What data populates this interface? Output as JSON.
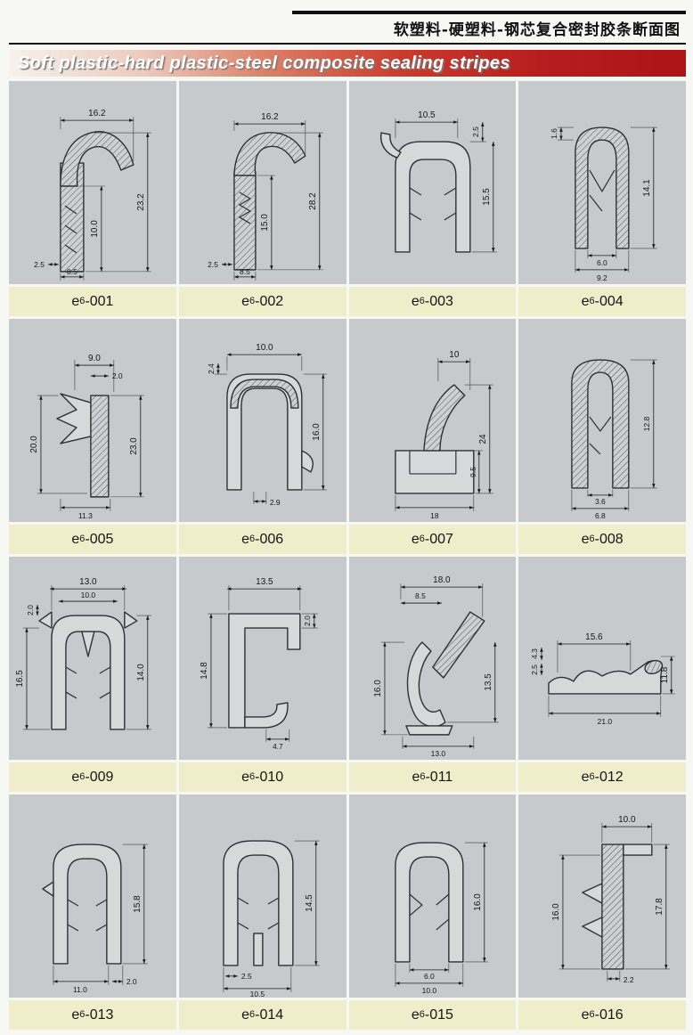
{
  "page": {
    "title_cn": "软塑料-硬塑料-钢芯复合密封胶条断面图",
    "subtitle_en": "Soft plastic-hard plastic-steel composite sealing stripes",
    "accent_red": "#b81d1e",
    "drawing_bg": "#c6cacc",
    "label_bg": "#efedca"
  },
  "cells": [
    {
      "label": {
        "base": "e",
        "sub": "6",
        "num": "-001"
      },
      "dims": [
        "16.2",
        "23.2",
        "10.0",
        "2.5",
        "8.5"
      ]
    },
    {
      "label": {
        "base": "e",
        "sub": "6",
        "num": "-002"
      },
      "dims": [
        "16.2",
        "28.2",
        "15.0",
        "2.5",
        "8.5"
      ]
    },
    {
      "label": {
        "base": "e",
        "sub": "6",
        "num": "-003"
      },
      "dims": [
        "10.5",
        "2.5",
        "15.5"
      ]
    },
    {
      "label": {
        "base": "e",
        "sub": "6",
        "num": "-004"
      },
      "dims": [
        "1.6",
        "14.1",
        "6.0",
        "9.2"
      ]
    },
    {
      "label": {
        "base": "e",
        "sub": "6",
        "num": "-005"
      },
      "dims": [
        "9.0",
        "2.0",
        "20.0",
        "23.0",
        "11.3"
      ]
    },
    {
      "label": {
        "base": "e",
        "sub": "6",
        "num": "-006"
      },
      "dims": [
        "2.4",
        "10.0",
        "16.0",
        "2.9"
      ]
    },
    {
      "label": {
        "base": "e",
        "sub": "6",
        "num": "-007"
      },
      "dims": [
        "10",
        "24",
        "9.5",
        "18"
      ]
    },
    {
      "label": {
        "base": "e",
        "sub": "6",
        "num": "-008"
      },
      "dims": [
        "12.8",
        "3.6",
        "6.8"
      ]
    },
    {
      "label": {
        "base": "e",
        "sub": "6",
        "num": "-009"
      },
      "dims": [
        "13.0",
        "10.0",
        "2.0",
        "16.5",
        "14.0"
      ]
    },
    {
      "label": {
        "base": "e",
        "sub": "6",
        "num": "-010"
      },
      "dims": [
        "13.5",
        "2.0",
        "14.8",
        "4.7"
      ]
    },
    {
      "label": {
        "base": "e",
        "sub": "6",
        "num": "-011"
      },
      "dims": [
        "18.0",
        "8.5",
        "16.0",
        "13.5",
        "13.0"
      ]
    },
    {
      "label": {
        "base": "e",
        "sub": "6",
        "num": "-012"
      },
      "dims": [
        "15.6",
        "4.3",
        "2.5",
        "11.8",
        "21.0"
      ]
    },
    {
      "label": {
        "base": "e",
        "sub": "6",
        "num": "-013"
      },
      "dims": [
        "15.8",
        "11.0",
        "2.0"
      ]
    },
    {
      "label": {
        "base": "e",
        "sub": "6",
        "num": "-014"
      },
      "dims": [
        "14.5",
        "2.5",
        "10.5"
      ]
    },
    {
      "label": {
        "base": "e",
        "sub": "6",
        "num": "-015"
      },
      "dims": [
        "16.0",
        "6.0",
        "10.0"
      ]
    },
    {
      "label": {
        "base": "e",
        "sub": "6",
        "num": "-016"
      },
      "dims": [
        "10.0",
        "16.0",
        "17.8",
        "2.2"
      ]
    }
  ]
}
